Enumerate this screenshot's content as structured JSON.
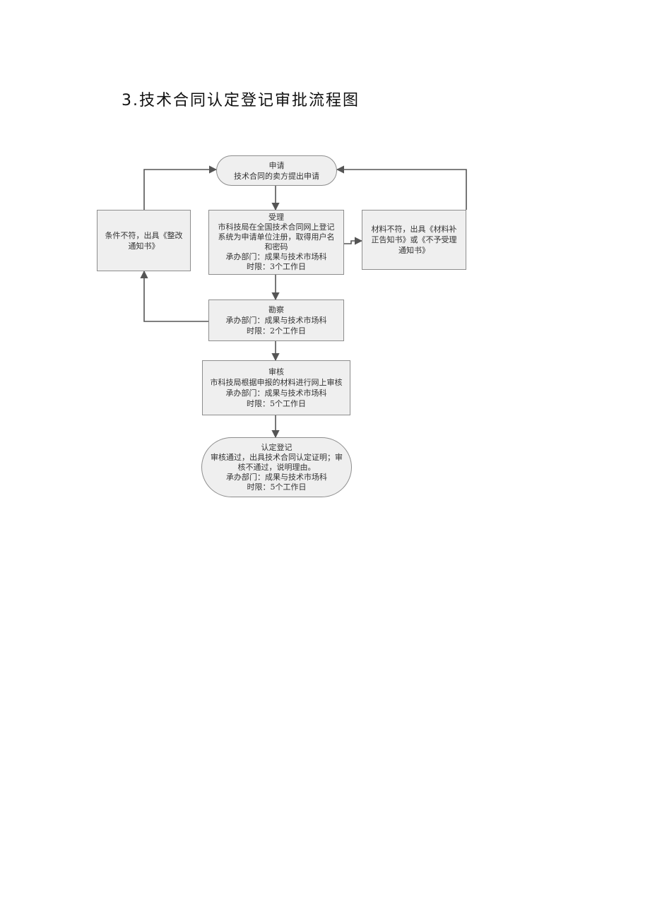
{
  "title": "3.技术合同认定登记审批流程图",
  "nodes": {
    "apply": {
      "l1": "申请",
      "l2": "技术合同的卖方提出申请"
    },
    "accept": {
      "l1": "受理",
      "l2": "市科技局在全国技术合同网上登记",
      "l3": "系统为申请单位注册，取得用户名",
      "l4": "和密码",
      "l5": "承办部门：成果与技术市场科",
      "l6": "时限：3个工作日"
    },
    "reject_left": {
      "l1": "条件不符，出具《整改",
      "l2": "通知书》"
    },
    "reject_right": {
      "l1": "材料不符，出具《材料补",
      "l2": "正告知书》或《不予受理",
      "l3": "通知书》"
    },
    "inspect": {
      "l1": "勘察",
      "l2": "承办部门：成果与技术市场科",
      "l3": "时限：2个工作日"
    },
    "review": {
      "l1": "审核",
      "l2": "市科技局根据申报的材料进行网上审核",
      "l3": "承办部门：成果与技术市场科",
      "l4": "时限：5个工作日"
    },
    "register": {
      "l1": "认定登记",
      "l2": "审核通过，出具技术合同认定证明；审",
      "l3": "核不通过，说明理由。",
      "l4": "承办部门：成果与技术市场科",
      "l5": "时限：5个工作日"
    }
  },
  "colors": {
    "box_fill": "#efefef",
    "box_border": "#8d8d8d",
    "arrow": "#555555"
  }
}
